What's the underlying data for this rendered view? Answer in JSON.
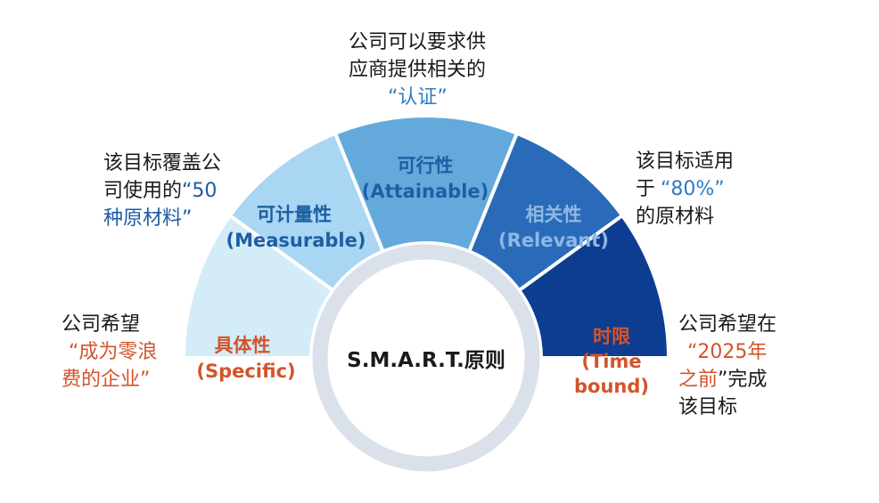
{
  "center": {
    "title": "S.M.A.R.T.原则"
  },
  "segments": [
    {
      "key": "specific",
      "name": "具体性",
      "en": "(Specific)"
    },
    {
      "key": "measurable",
      "name": "可计量性",
      "en": "(Measurable)"
    },
    {
      "key": "attainable",
      "name": "可行性",
      "en": "(Attainable)"
    },
    {
      "key": "relevant",
      "name": "相关性",
      "en": "(Relevant)"
    },
    {
      "key": "timebound",
      "name": "时限",
      "en1": "(Time",
      "en2": "bound)"
    }
  ],
  "notes": {
    "specific": {
      "l1": "公司希望",
      "l2_hl": "“成为零浪",
      "l3_hl": "费的企业”"
    },
    "measurable": {
      "l1": "该目标覆盖公",
      "l2": "司使用的",
      "l2_hl": "“50",
      "l3_hl": "种原材料”"
    },
    "attainable": {
      "l1": "公司可以要求供",
      "l2": "应商提供相关的",
      "l3_hl": "“认证”"
    },
    "relevant": {
      "l1": "该目标适用",
      "l2a": "于",
      "l2_hl": "“80%”",
      "l3": "的原材料"
    },
    "timebound": {
      "l1": "公司希望在",
      "l2_hl": "“2025年",
      "l3_hl": "之前",
      "l3": "”完成",
      "l4": "该目标"
    }
  },
  "colors": {
    "specific": "#d4ebf8",
    "measurable": "#a9d6f2",
    "attainable": "#64a9dc",
    "relevant": "#2a6bb9",
    "timebound": "#0d3d91",
    "ring": "#dbe1ea",
    "text_dark": "#1d5fa3",
    "text_red": "#d2542c",
    "text_light": "#8fb8e2"
  }
}
